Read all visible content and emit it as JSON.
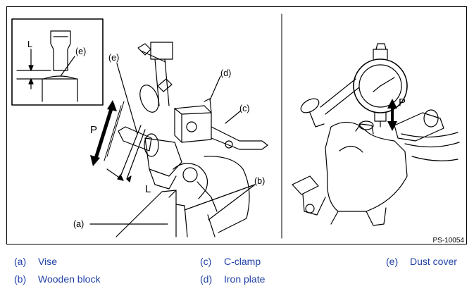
{
  "figure_id": "PS-10054",
  "labels": {
    "e": "(e)",
    "d": "(d)",
    "c": "(c)",
    "b": "(b)",
    "a": "(a)",
    "P": "P",
    "L": "L"
  },
  "legend": [
    {
      "key": "(a)",
      "text": "Vise"
    },
    {
      "key": "(b)",
      "text": "Wooden block"
    },
    {
      "key": "(c)",
      "text": "C-clamp"
    },
    {
      "key": "(d)",
      "text": "Iron plate"
    },
    {
      "key": "(e)",
      "text": "Dust cover"
    }
  ],
  "legend_color": "#1f3fa6"
}
